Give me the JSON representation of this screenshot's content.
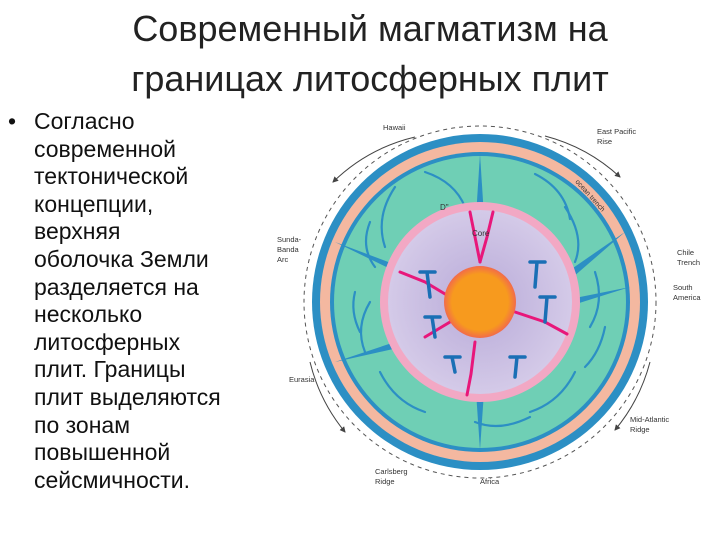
{
  "slide": {
    "title_line1": "Современный магматизм на",
    "title_line2": "границах литосферных плит",
    "bullet_symbol": "•",
    "bullet_lines": [
      "Согласно",
      "современной",
      "тектонической",
      "концепции,",
      "верхняя",
      "оболочка Земли",
      "разделяется на",
      "несколько",
      "литосферных",
      "плит. Границы",
      "плит выделяются",
      "по зонам",
      "повышенной",
      "сейсмичности."
    ]
  },
  "diagram": {
    "labels": {
      "hawaii": "Hawaii",
      "east_pacific_line1": "East Pacific",
      "east_pacific_line2": "Rise",
      "sunda_line1": "Sunda-",
      "sunda_line2": "Banda",
      "sunda_line3": "Arc",
      "chile_line1": "Chile",
      "chile_line2": "Trench",
      "south_america_line1": "South",
      "south_america_line2": "America",
      "eurasia": "Eurasia",
      "mid_atlantic_line1": "Mid-Atlantic",
      "mid_atlantic_line2": "Ridge",
      "carlsberg_line1": "Carlsberg",
      "carlsberg_line2": "Ridge",
      "africa": "Africa",
      "core": "Core",
      "d_layer": "D\"",
      "ocean_trench": "ocean trench"
    },
    "colors": {
      "crust_blue": "#2c8fc4",
      "mantle_teal": "#6fcfb5",
      "lithosphere_salmon": "#f4b8a0",
      "d_layer_pink": "#f2a8c4",
      "outer_core_lavender": "#c8bce0",
      "inner_core_orange": "#f79a1e",
      "plume_magenta": "#e8177a",
      "slab_blue": "#1a6fb5"
    }
  }
}
